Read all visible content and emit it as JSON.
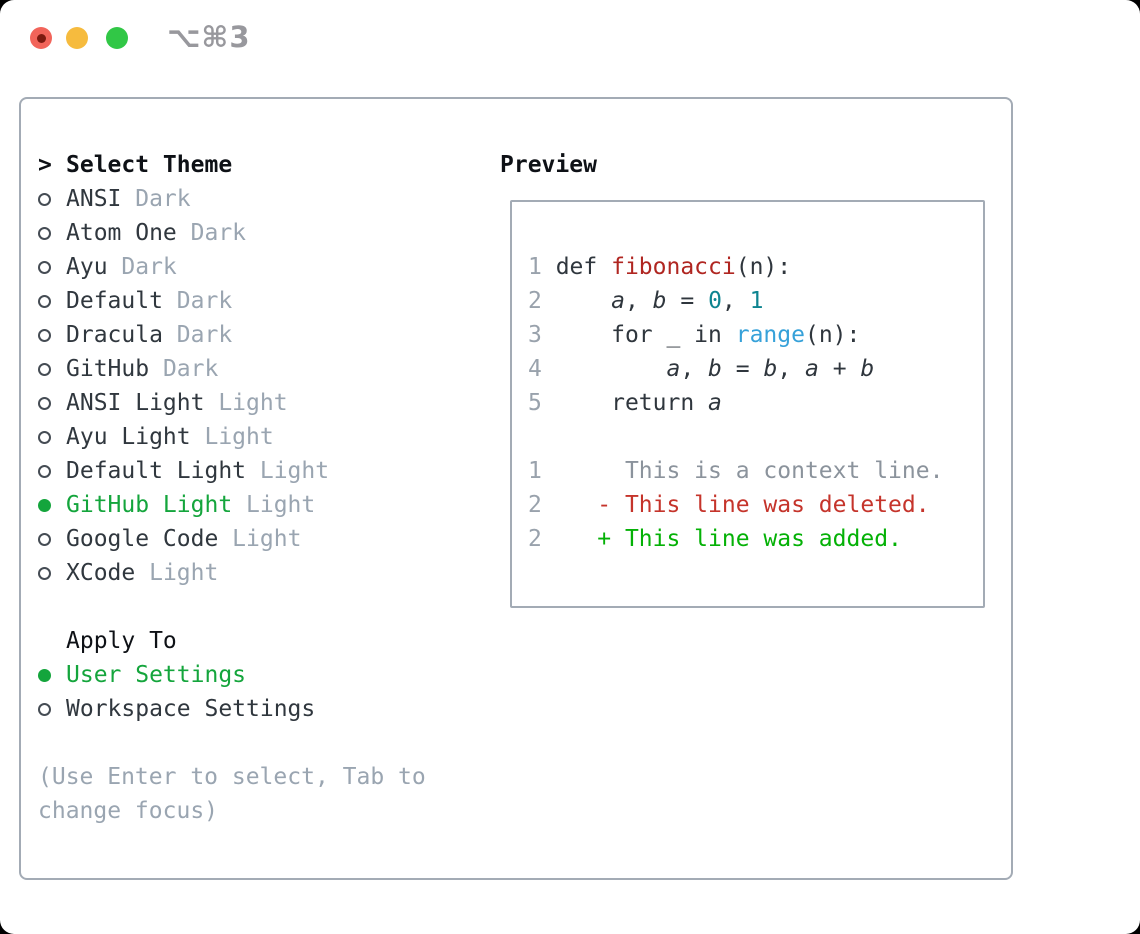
{
  "titlebar": {
    "shortcut": "⌥⌘3"
  },
  "colors": {
    "ui_green": "#14a53c",
    "added_green": "#04b106",
    "deleted_red": "#c5342b",
    "function_red": "#b02621",
    "number_teal": "#0e8490",
    "builtin_blue": "#36a1d9",
    "code_dark": "#2f363d",
    "gray_suffix": "#9aa5b1",
    "border_gray": "#a3abb5",
    "traffic_red": "#f2645a",
    "traffic_yellow": "#f6bb3e",
    "traffic_green": "#31c746"
  },
  "theme_panel": {
    "cursor": ">",
    "title": "Select Theme",
    "themes": [
      {
        "name": "ANSI",
        "variant": "Dark",
        "selected": false
      },
      {
        "name": "Atom One",
        "variant": "Dark",
        "selected": false
      },
      {
        "name": "Ayu",
        "variant": "Dark",
        "selected": false
      },
      {
        "name": "Default",
        "variant": "Dark",
        "selected": false
      },
      {
        "name": "Dracula",
        "variant": "Dark",
        "selected": false
      },
      {
        "name": "GitHub",
        "variant": "Dark",
        "selected": false
      },
      {
        "name": "ANSI Light",
        "variant": "Light",
        "selected": false
      },
      {
        "name": "Ayu Light",
        "variant": "Light",
        "selected": false
      },
      {
        "name": "Default Light",
        "variant": "Light",
        "selected": false
      },
      {
        "name": "GitHub Light",
        "variant": "Light",
        "selected": true
      },
      {
        "name": "Google Code",
        "variant": "Light",
        "selected": false
      },
      {
        "name": "XCode",
        "variant": "Light",
        "selected": false
      }
    ],
    "apply_to": {
      "title": "Apply To",
      "options": [
        {
          "label": "User Settings",
          "selected": true
        },
        {
          "label": "Workspace Settings",
          "selected": false
        }
      ]
    },
    "hint": "(Use Enter to select, Tab to change focus)"
  },
  "preview": {
    "title": "Preview",
    "lines": [
      {
        "tokens": [
          [
            "lineno",
            "1 "
          ],
          [
            "code",
            "def "
          ],
          [
            "func",
            "fibonacci"
          ],
          [
            "code",
            "(n):"
          ]
        ]
      },
      {
        "tokens": [
          [
            "lineno",
            "2 "
          ],
          [
            "code",
            "    "
          ],
          [
            "var",
            "a"
          ],
          [
            "code",
            ", "
          ],
          [
            "var",
            "b"
          ],
          [
            "code",
            " = "
          ],
          [
            "num",
            "0"
          ],
          [
            "code",
            ", "
          ],
          [
            "num",
            "1"
          ]
        ]
      },
      {
        "tokens": [
          [
            "lineno",
            "3 "
          ],
          [
            "code",
            "    for _ in "
          ],
          [
            "builtin",
            "range"
          ],
          [
            "code",
            "(n):"
          ]
        ]
      },
      {
        "tokens": [
          [
            "lineno",
            "4 "
          ],
          [
            "code",
            "        "
          ],
          [
            "var",
            "a"
          ],
          [
            "code",
            ", "
          ],
          [
            "var",
            "b"
          ],
          [
            "code",
            " = "
          ],
          [
            "var",
            "b"
          ],
          [
            "code",
            ", "
          ],
          [
            "var",
            "a"
          ],
          [
            "code",
            " + "
          ],
          [
            "var",
            "b"
          ]
        ]
      },
      {
        "tokens": [
          [
            "lineno",
            "5 "
          ],
          [
            "code",
            "    return "
          ],
          [
            "var",
            "a"
          ]
        ]
      },
      {
        "tokens": []
      },
      {
        "tokens": [
          [
            "lineno",
            "1"
          ],
          [
            "context",
            "      This is a context line."
          ]
        ]
      },
      {
        "tokens": [
          [
            "lineno",
            "2    "
          ],
          [
            "deleted",
            "- This line was deleted."
          ]
        ]
      },
      {
        "tokens": [
          [
            "lineno",
            "2    "
          ],
          [
            "added",
            "+ This line was added."
          ]
        ]
      }
    ]
  }
}
